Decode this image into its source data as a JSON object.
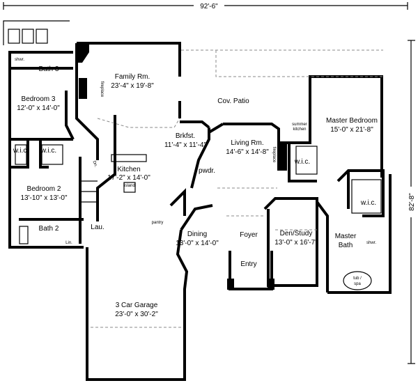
{
  "dimensions": {
    "width": "92'-6\"",
    "depth": "82'-8\""
  },
  "rooms": {
    "bath3": {
      "name": "Bath 3"
    },
    "shower3": {
      "name": "shwr."
    },
    "bedroom3": {
      "name": "Bedroom 3",
      "size": "12'-0\" x 14'-0\""
    },
    "wic1": {
      "name": "w.i.c."
    },
    "wic2": {
      "name": "w.i.c."
    },
    "bedroom2": {
      "name": "Bedroom 2",
      "size": "13'-10\" x 13'-0\""
    },
    "bath2": {
      "name": "Bath 2"
    },
    "linen": {
      "name": "Lin."
    },
    "laundry": {
      "name": "Lau."
    },
    "stairs": {
      "name": "Dn."
    },
    "family": {
      "name": "Family Rm.",
      "size": "23'-4\" x 19'-8\""
    },
    "family_fireplace": {
      "name": "fireplace"
    },
    "kitchen": {
      "name": "Kitchen",
      "size": "17'-2\" x 14'-0\""
    },
    "island": {
      "name": "island"
    },
    "pantry": {
      "name": "pantry"
    },
    "brkfst": {
      "name": "Brkfst.",
      "size": "11'-4\" x 11'-4\""
    },
    "patio": {
      "name": "Cov. Patio"
    },
    "summer_kitchen": {
      "name": "summer",
      "name2": "kitchen"
    },
    "living": {
      "name": "Living Rm.",
      "size": "14'-6\" x 14'-8\""
    },
    "living_fireplace": {
      "name": "fireplace"
    },
    "pwdr": {
      "name": "pwdr."
    },
    "wic3": {
      "name": "w.i.c."
    },
    "master_bed": {
      "name": "Master Bedroom",
      "size": "15'-0\" x 21'-8\""
    },
    "wic4": {
      "name": "w.i.c."
    },
    "master_bath": {
      "name": "Master",
      "name2": "Bath"
    },
    "shower_master": {
      "name": "shwr."
    },
    "tub": {
      "name": "tub /",
      "name2": "spa"
    },
    "dining": {
      "name": "Dining",
      "size": "13'-0\" x 14'-0\""
    },
    "foyer": {
      "name": "Foyer"
    },
    "entry": {
      "name": "Entry"
    },
    "den": {
      "name": "Den/Study",
      "size": "13'-0\" x 16'-7\""
    },
    "garage": {
      "name": "3 Car Garage",
      "size": "23'-0\" x 30'-2\""
    }
  }
}
